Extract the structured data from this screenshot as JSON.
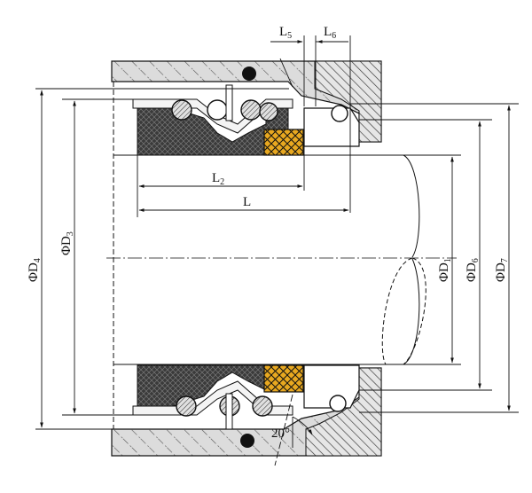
{
  "labels": {
    "L": {
      "main": "L",
      "sub": ""
    },
    "L2": {
      "main": "L",
      "sub": "2"
    },
    "L5": {
      "main": "L",
      "sub": "5"
    },
    "L6": {
      "main": "L",
      "sub": "6"
    },
    "D1": {
      "main": "ΦD",
      "sub": "1"
    },
    "D3": {
      "main": "ΦD",
      "sub": "3"
    },
    "D4": {
      "main": "ΦD",
      "sub": "4"
    },
    "D6": {
      "main": "ΦD",
      "sub": "6"
    },
    "D7": {
      "main": "ΦD",
      "sub": "7"
    },
    "angle": "20°"
  },
  "colors": {
    "housing_fill": "#d9d9d9",
    "rubber_fill": "#3a3a3a",
    "carbon_ring_fill": "#e8a820",
    "line": "#111111",
    "background": "#ffffff"
  }
}
